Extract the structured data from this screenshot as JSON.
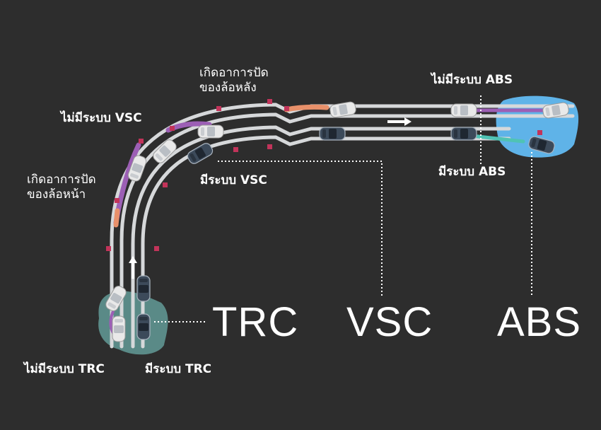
{
  "labels": {
    "rear_skid": [
      "เกิดอาการปัด",
      "ของล้อหลัง"
    ],
    "front_skid": [
      "เกิดอาการปัด",
      "ของล้อหน้า"
    ],
    "no_vsc": "ไม่มีระบบ VSC",
    "with_vsc": "มีระบบ VSC",
    "no_abs": "ไม่มีระบบ ABS",
    "with_abs": "มีระบบ ABS",
    "no_trc": "ไม่มีระบบ TRC",
    "with_trc": "มีระบบ TRC"
  },
  "systems": {
    "trc": "TRC",
    "vsc": "VSC",
    "abs": "ABS"
  },
  "colors": {
    "background": "#2d2d2d",
    "road_line": "#d6d8da",
    "skid_purple": "#9c5fb5",
    "skid_orange": "#e8906a",
    "abs_teal": "#4fc3b4",
    "cone_red": "#c2345a",
    "water_blue": "#5fb3e8",
    "mud_teal": "#5d8f8c",
    "car_dark": "#3c4a5a",
    "car_light": "#e8e8e8"
  }
}
